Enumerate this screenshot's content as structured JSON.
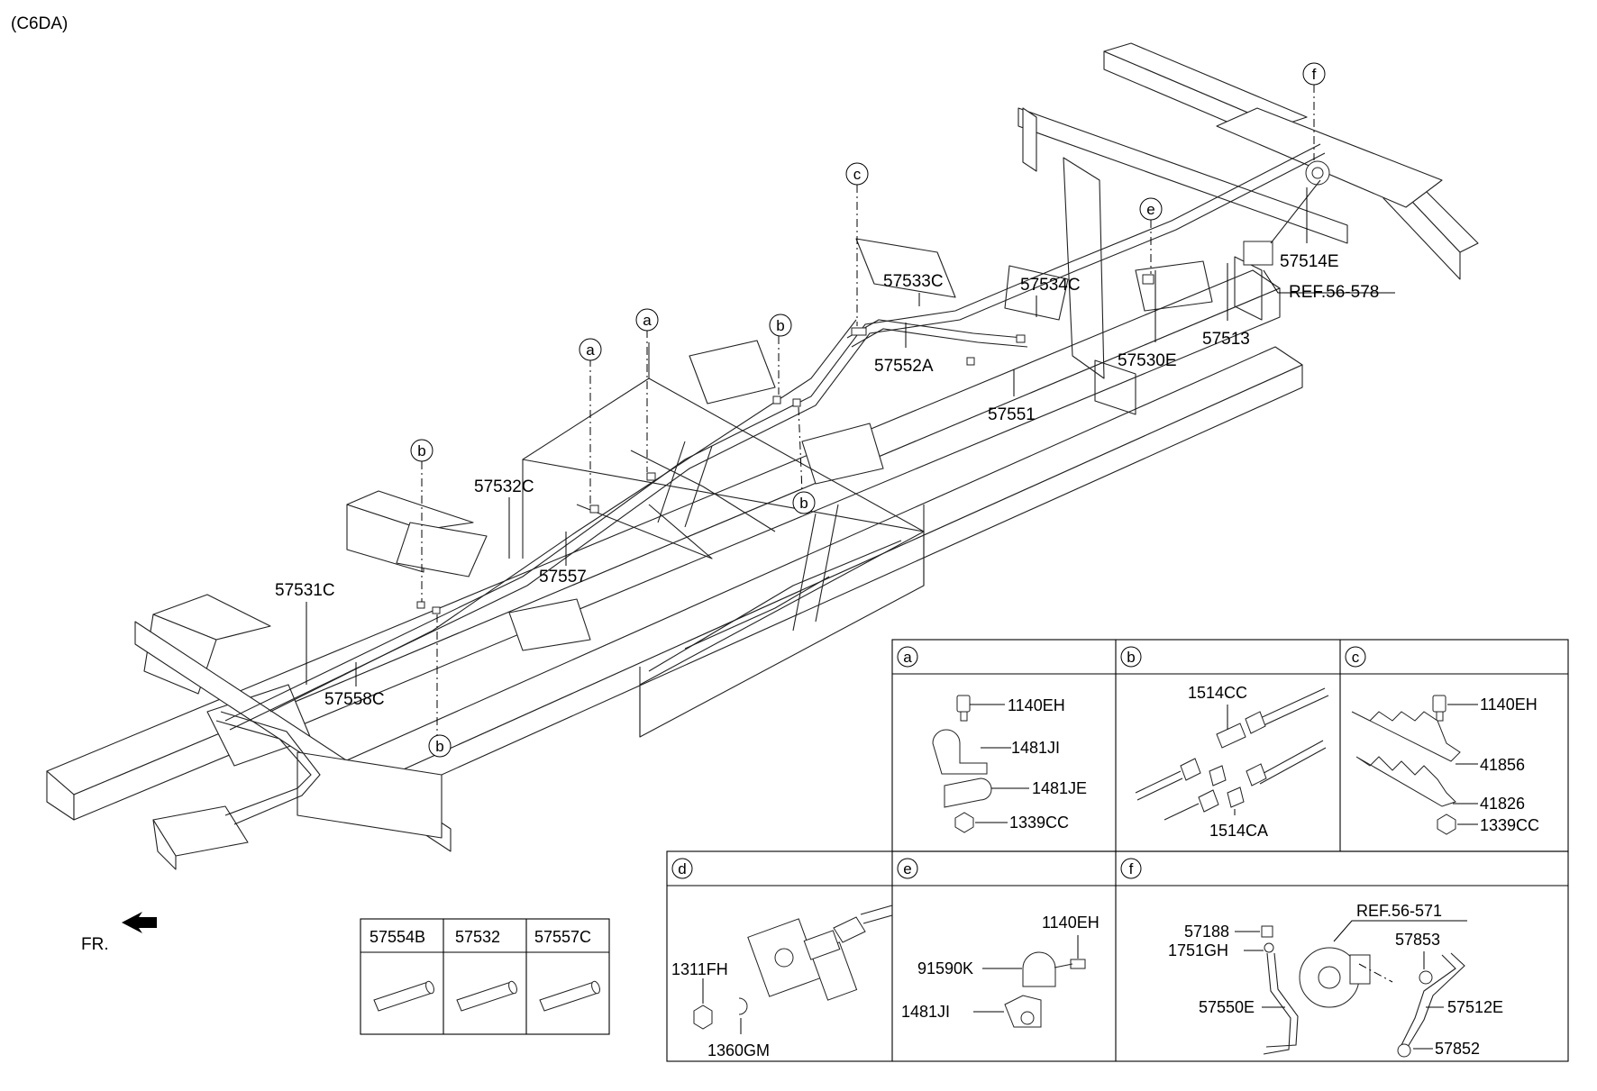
{
  "header": {
    "code": "(C6DA)"
  },
  "front_marker": {
    "label": "FR."
  },
  "callouts": {
    "a1": "a",
    "a2": "a",
    "b1": "b",
    "b2": "b",
    "b3": "b",
    "b4": "b",
    "c": "c",
    "e": "e",
    "f": "f"
  },
  "main_labels": {
    "p57514E": "57514E",
    "pREF56578": "REF.56-578",
    "p57513": "57513",
    "p57530E": "57530E",
    "p57533C": "57533C",
    "p57534C": "57534C",
    "p57552A": "57552A",
    "p57551": "57551",
    "p57532C": "57532C",
    "p57557": "57557",
    "p57531C": "57531C",
    "p57558C": "57558C"
  },
  "detail_panels": {
    "a": {
      "letter": "a",
      "labels": [
        "1140EH",
        "1481JI",
        "1481JE",
        "1339CC"
      ]
    },
    "b": {
      "letter": "b",
      "labels": [
        "1514CC",
        "1514CA"
      ]
    },
    "c": {
      "letter": "c",
      "labels": [
        "1140EH",
        "41856",
        "41826",
        "1339CC"
      ]
    },
    "d": {
      "letter": "d",
      "labels": [
        "1311FH",
        "1360GM"
      ]
    },
    "e": {
      "letter": "e",
      "labels": [
        "1140EH",
        "91590K",
        "1481JI"
      ]
    },
    "f": {
      "letter": "f",
      "labels": [
        "REF.56-571",
        "57188",
        "1751GH",
        "57853",
        "57550E",
        "57512E",
        "57852"
      ]
    }
  },
  "hose_table": {
    "columns": [
      "57554B",
      "57532",
      "57557C"
    ]
  }
}
